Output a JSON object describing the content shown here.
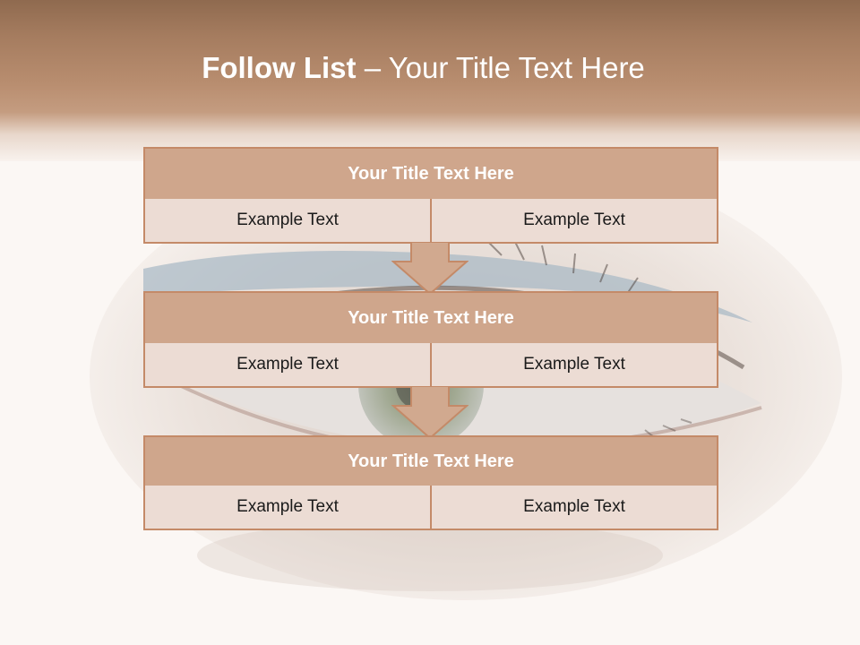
{
  "slide": {
    "title_bold": "Follow List",
    "title_rest": " – Your Title Text Here"
  },
  "steps": [
    {
      "title": "Your Title Text Here",
      "left": "Example Text",
      "right": "Example Text"
    },
    {
      "title": "Your Title Text Here",
      "left": "Example Text",
      "right": "Example Text"
    },
    {
      "title": "Your Title Text Here",
      "left": "Example Text",
      "right": "Example Text"
    }
  ],
  "colors": {
    "header_brown": "#a57c5f",
    "box_fill": "#cfa68c",
    "box_border": "#c48a68",
    "cell_fill": "#ecdcd4"
  }
}
